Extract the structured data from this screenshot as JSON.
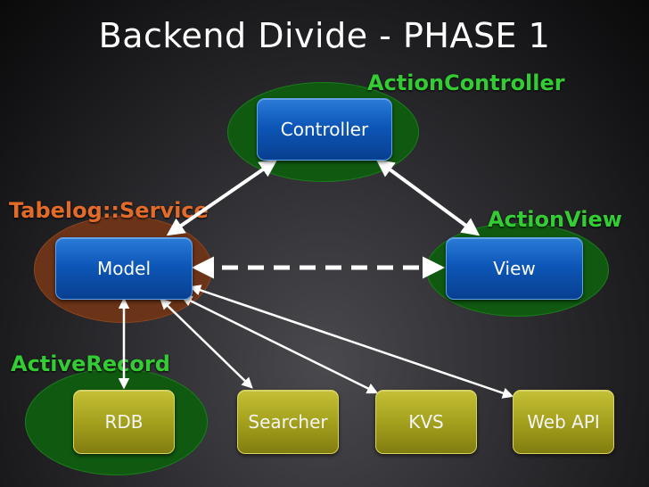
{
  "title": "Backend Divide - PHASE 1",
  "groups": {
    "action_controller": "ActionController",
    "tabelog_service": "Tabelog::Service",
    "action_view": "ActionView",
    "active_record": "ActiveRecord"
  },
  "nodes": {
    "controller": "Controller",
    "model": "Model",
    "view": "View",
    "rdb": "RDB",
    "searcher": "Searcher",
    "kvs": "KVS",
    "web_api": "Web API"
  },
  "colors": {
    "green_group": "#0f5a10",
    "brown_group": "#6b3317",
    "green_label": "#33cc33",
    "orange_label": "#e36b2a",
    "blue_node": "#0d57b8",
    "olive_node": "#a4a11e"
  }
}
